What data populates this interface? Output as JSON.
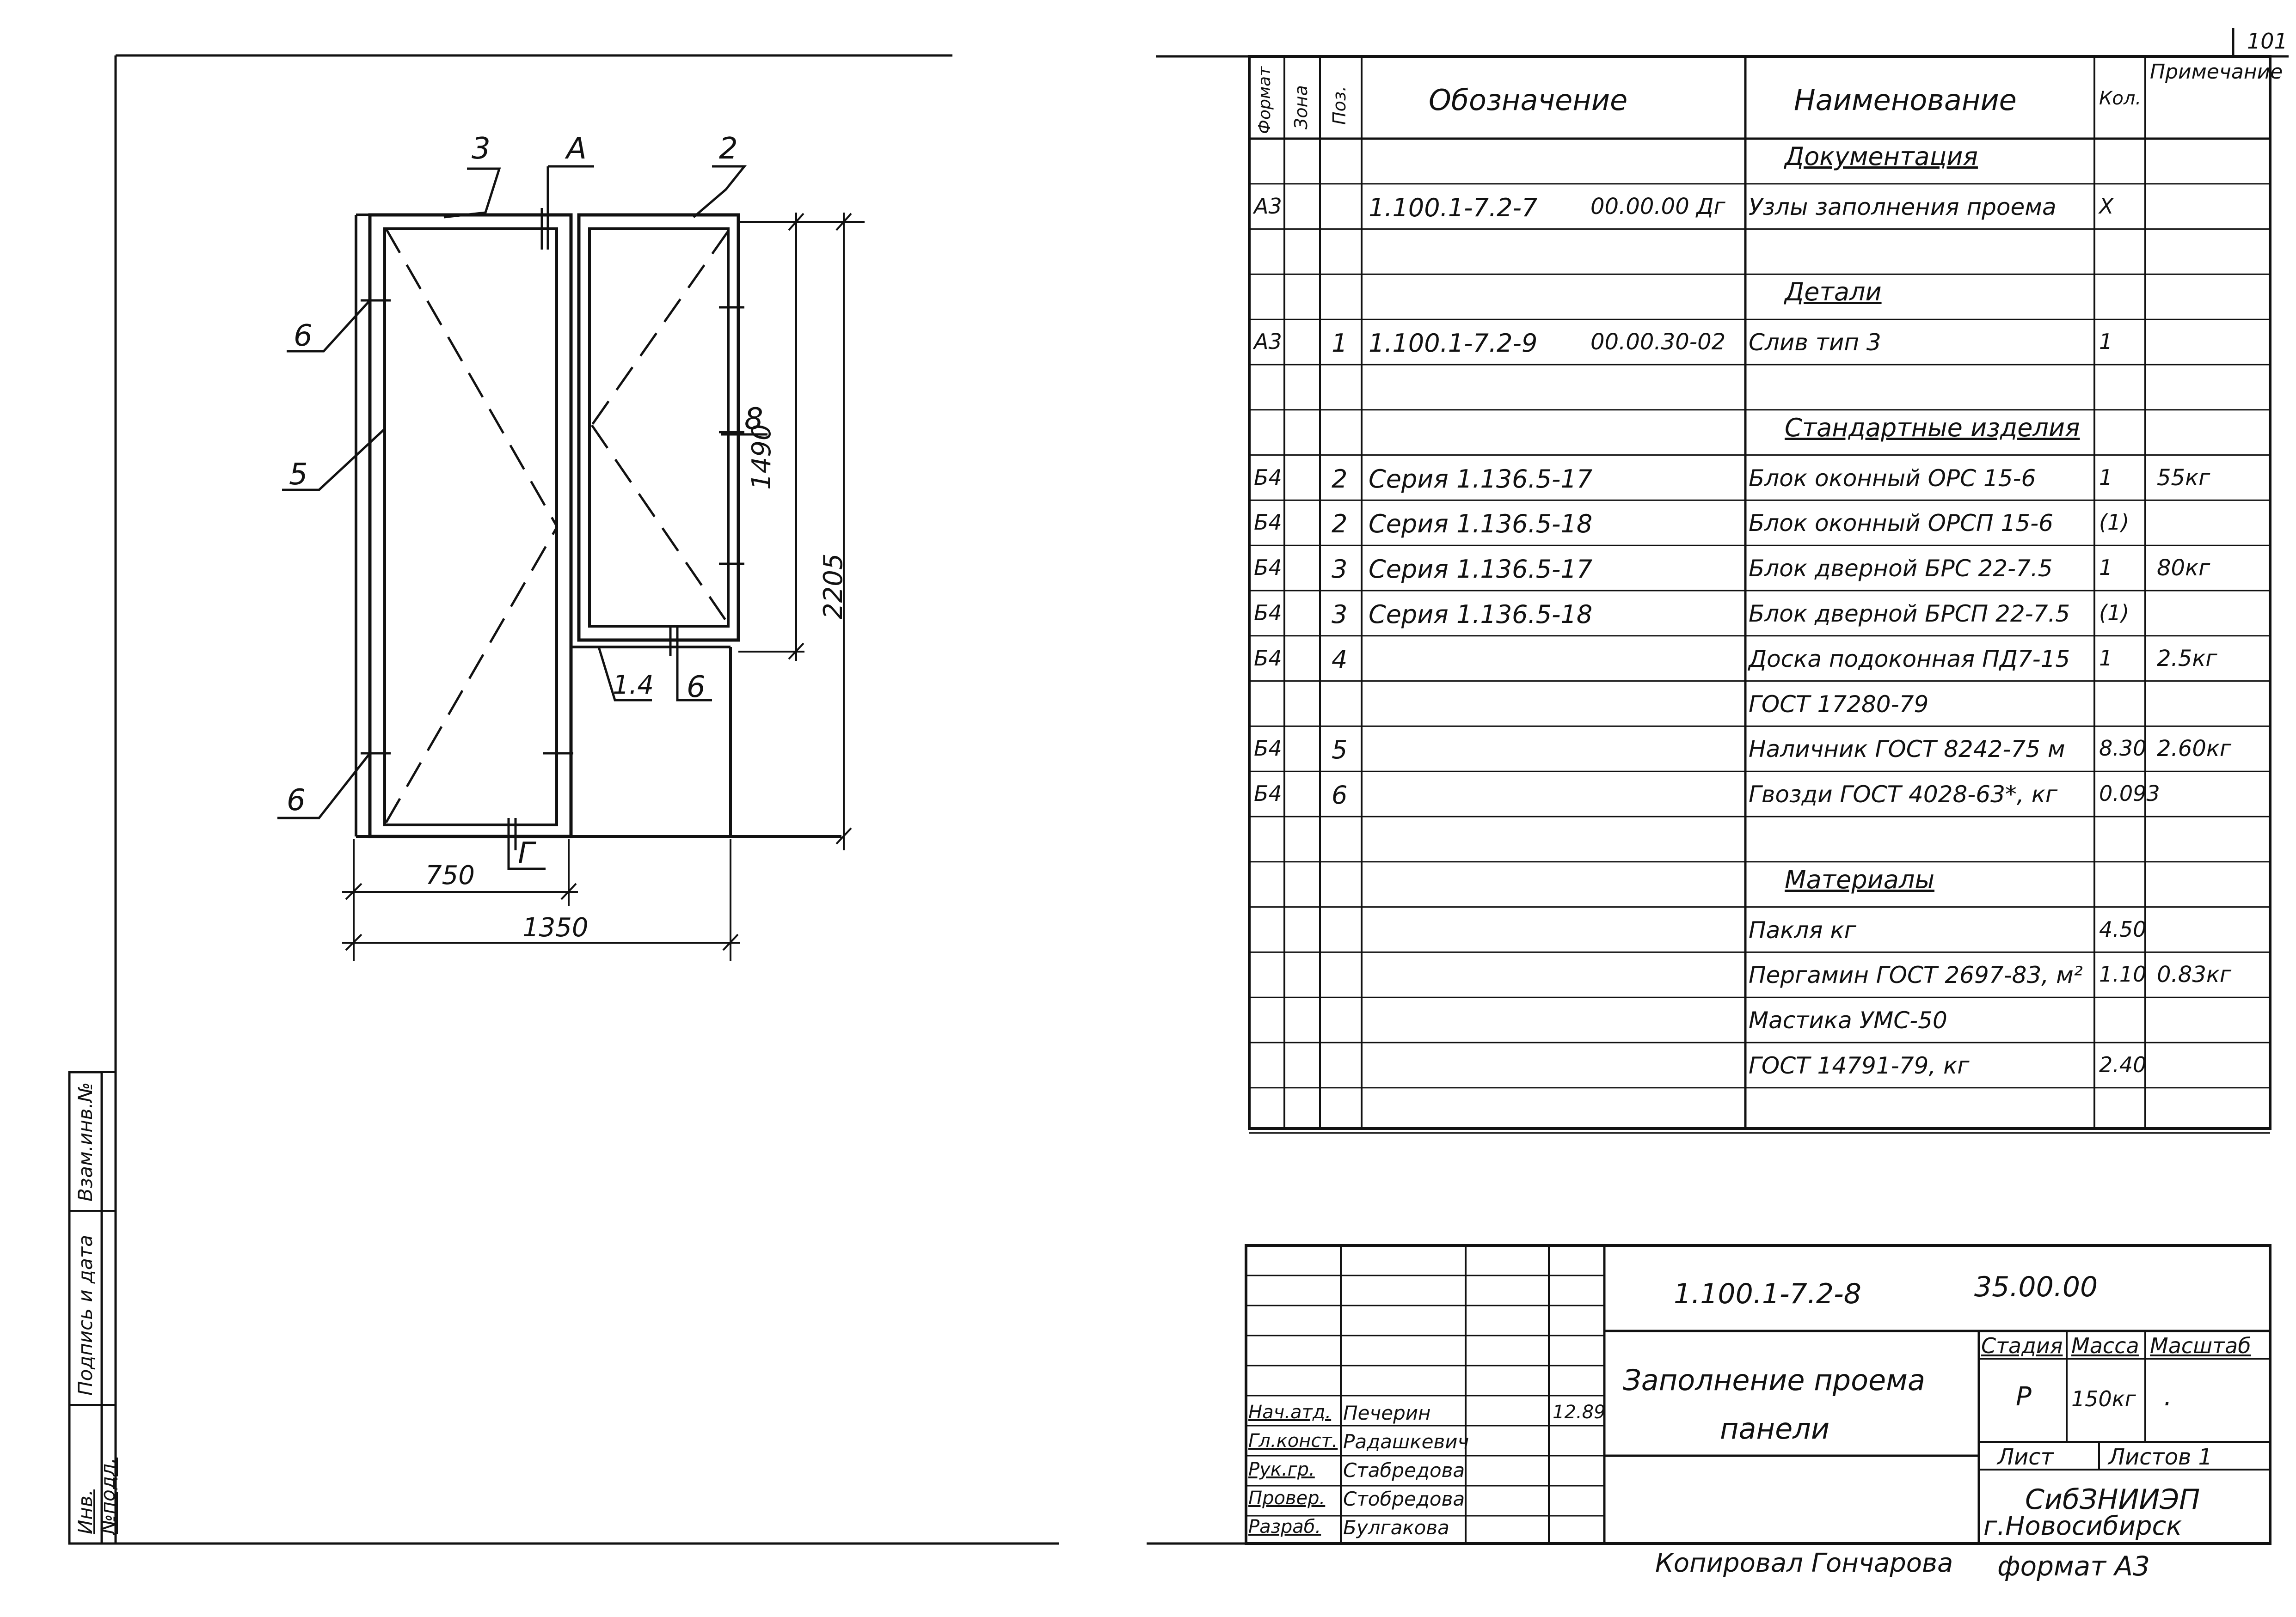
{
  "page_number": "101",
  "drawing": {
    "labels": {
      "pos3": "3",
      "posA": "A",
      "pos2": "2",
      "pos6a": "6",
      "pos5": "5",
      "pos8": "8",
      "pos14": "1.4",
      "pos6b": "6",
      "pos6c": "6",
      "posG": "Г"
    },
    "dims": {
      "d1490": "1490",
      "d2205": "2205",
      "d750": "750",
      "d1350": "1350"
    }
  },
  "side_stamp": {
    "inv": "Инв.№подл.",
    "sign": "Подпись и дата",
    "vzam": "Взам.инв.№"
  },
  "spec": {
    "headers": {
      "format": "Формат",
      "zone": "Зона",
      "pos": "Поз.",
      "designation": "Обозначение",
      "name": "Наименование",
      "qty": "Кол.",
      "note": "Примечание"
    },
    "rows": [
      {
        "format": "",
        "pos": "",
        "designation": "",
        "designation2": "",
        "name": "Документация",
        "qty": "",
        "note": "",
        "title": true
      },
      {
        "format": "А3",
        "pos": "",
        "designation": "1.100.1-7.2-7",
        "designation2": "00.00.00 Дг",
        "name": "Узлы заполнения проема",
        "qty": "Х",
        "note": ""
      },
      {
        "format": "",
        "pos": "",
        "designation": "",
        "designation2": "",
        "name": "",
        "qty": "",
        "note": ""
      },
      {
        "format": "",
        "pos": "",
        "designation": "",
        "designation2": "",
        "name": "Детали",
        "qty": "",
        "note": "",
        "title": true
      },
      {
        "format": "А3",
        "pos": "1",
        "designation": "1.100.1-7.2-9",
        "designation2": "00.00.30-02",
        "name": "Слив тип 3",
        "qty": "1",
        "note": ""
      },
      {
        "format": "",
        "pos": "",
        "designation": "",
        "designation2": "",
        "name": "",
        "qty": "",
        "note": ""
      },
      {
        "format": "",
        "pos": "",
        "designation": "",
        "designation2": "",
        "name": "Стандартные изделия",
        "qty": "",
        "note": "",
        "title": true
      },
      {
        "format": "Б4",
        "pos": "2",
        "designation": "Серия 1.136.5-17",
        "designation2": "",
        "name": "Блок оконный ОРС 15-6",
        "qty": "1",
        "note": "55кг"
      },
      {
        "format": "Б4",
        "pos": "2",
        "designation": "Серия 1.136.5-18",
        "designation2": "",
        "name": "Блок оконный ОРСП 15-6",
        "qty": "(1)",
        "note": ""
      },
      {
        "format": "Б4",
        "pos": "3",
        "designation": "Серия 1.136.5-17",
        "designation2": "",
        "name": "Блок дверной БРС 22-7.5",
        "qty": "1",
        "note": "80кг"
      },
      {
        "format": "Б4",
        "pos": "3",
        "designation": "Серия 1.136.5-18",
        "designation2": "",
        "name": "Блок дверной БРСП 22-7.5",
        "qty": "(1)",
        "note": ""
      },
      {
        "format": "Б4",
        "pos": "4",
        "designation": "",
        "designation2": "",
        "name": "Доска подоконная ПД7-15",
        "qty": "1",
        "note": "2.5кг"
      },
      {
        "format": "",
        "pos": "",
        "designation": "",
        "designation2": "",
        "name": "ГОСТ 17280-79",
        "qty": "",
        "note": ""
      },
      {
        "format": "Б4",
        "pos": "5",
        "designation": "",
        "designation2": "",
        "name": "Наличник ГОСТ 8242-75 м",
        "qty": "8.30",
        "note": "2.60кг"
      },
      {
        "format": "Б4",
        "pos": "6",
        "designation": "",
        "designation2": "",
        "name": "Гвозди ГОСТ 4028-63*, кг",
        "qty": "0.093",
        "note": ""
      },
      {
        "format": "",
        "pos": "",
        "designation": "",
        "designation2": "",
        "name": "",
        "qty": "",
        "note": ""
      },
      {
        "format": "",
        "pos": "",
        "designation": "",
        "designation2": "",
        "name": "Материалы",
        "qty": "",
        "note": "",
        "title": true
      },
      {
        "format": "",
        "pos": "",
        "designation": "",
        "designation2": "",
        "name": "Пакля                кг",
        "qty": "4.50",
        "note": ""
      },
      {
        "format": "",
        "pos": "",
        "designation": "",
        "designation2": "",
        "name": "Пергамин ГОСТ 2697-83, м²",
        "qty": "1.10",
        "note": "0.83кг"
      },
      {
        "format": "",
        "pos": "",
        "designation": "",
        "designation2": "",
        "name": "Мастика УМС-50",
        "qty": "",
        "note": ""
      },
      {
        "format": "",
        "pos": "",
        "designation": "",
        "designation2": "",
        "name": "ГОСТ 14791-79, кг",
        "qty": "2.40",
        "note": ""
      },
      {
        "format": "",
        "pos": "",
        "designation": "",
        "designation2": "",
        "name": "",
        "qty": "",
        "note": ""
      }
    ]
  },
  "title_block": {
    "code": "1.100.1-7.2-8",
    "code2": "35.00.00",
    "title_line1": "Заполнение проема",
    "title_line2": "панели",
    "stage_label": "Стадия",
    "mass_label": "Масса",
    "scale_label": "Масштаб",
    "stage": "Р",
    "mass": "150кг",
    "scale": ".",
    "sheet_label": "Лист",
    "sheets_label": "Листов 1",
    "org_line1": "СибЗНИИЭП",
    "org_line2": "г.Новосибирск",
    "people": [
      {
        "role": "Нач.атд.",
        "name": "Печерин",
        "date": "12.89"
      },
      {
        "role": "Гл.конст.",
        "name": "Радашкевич",
        "date": ""
      },
      {
        "role": "Рук.гр.",
        "name": "Стабредова",
        "date": ""
      },
      {
        "role": "Провер.",
        "name": "Стобредова",
        "date": ""
      },
      {
        "role": "Разраб.",
        "name": "Булгакова",
        "date": ""
      }
    ]
  },
  "footer": {
    "copied": "Копировал Гончарова",
    "format": "формат А3"
  }
}
